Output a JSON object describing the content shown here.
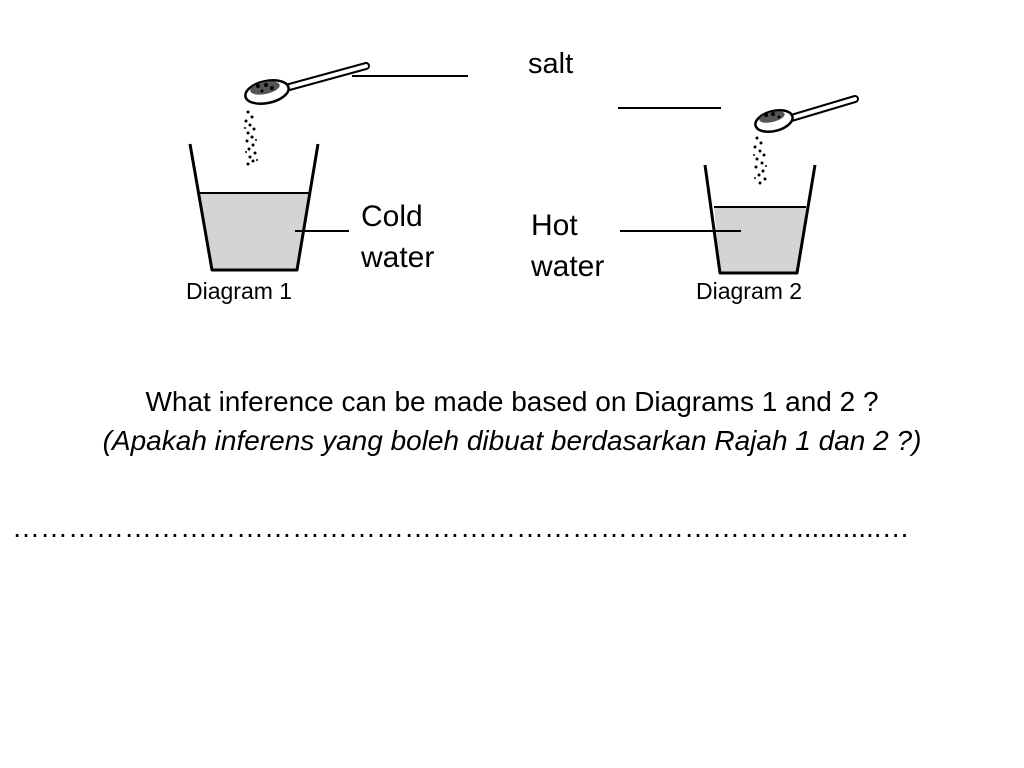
{
  "labels": {
    "salt": "salt",
    "cold_water_line1": "Cold",
    "cold_water_line2": "water",
    "hot_water_line1": "Hot",
    "hot_water_line2": "water",
    "diagram1": "Diagram 1",
    "diagram2": "Diagram 2"
  },
  "question": {
    "english": "What inference can be made based on Diagrams 1 and 2 ?",
    "malay": "(Apakah inferens yang boleh dibuat berdasarkan Rajah 1 dan 2 ?)"
  },
  "answer_line": "…………………………………………………………………………...........…",
  "colors": {
    "water": "#d4d4d4",
    "stroke": "#000000",
    "background": "#ffffff"
  }
}
